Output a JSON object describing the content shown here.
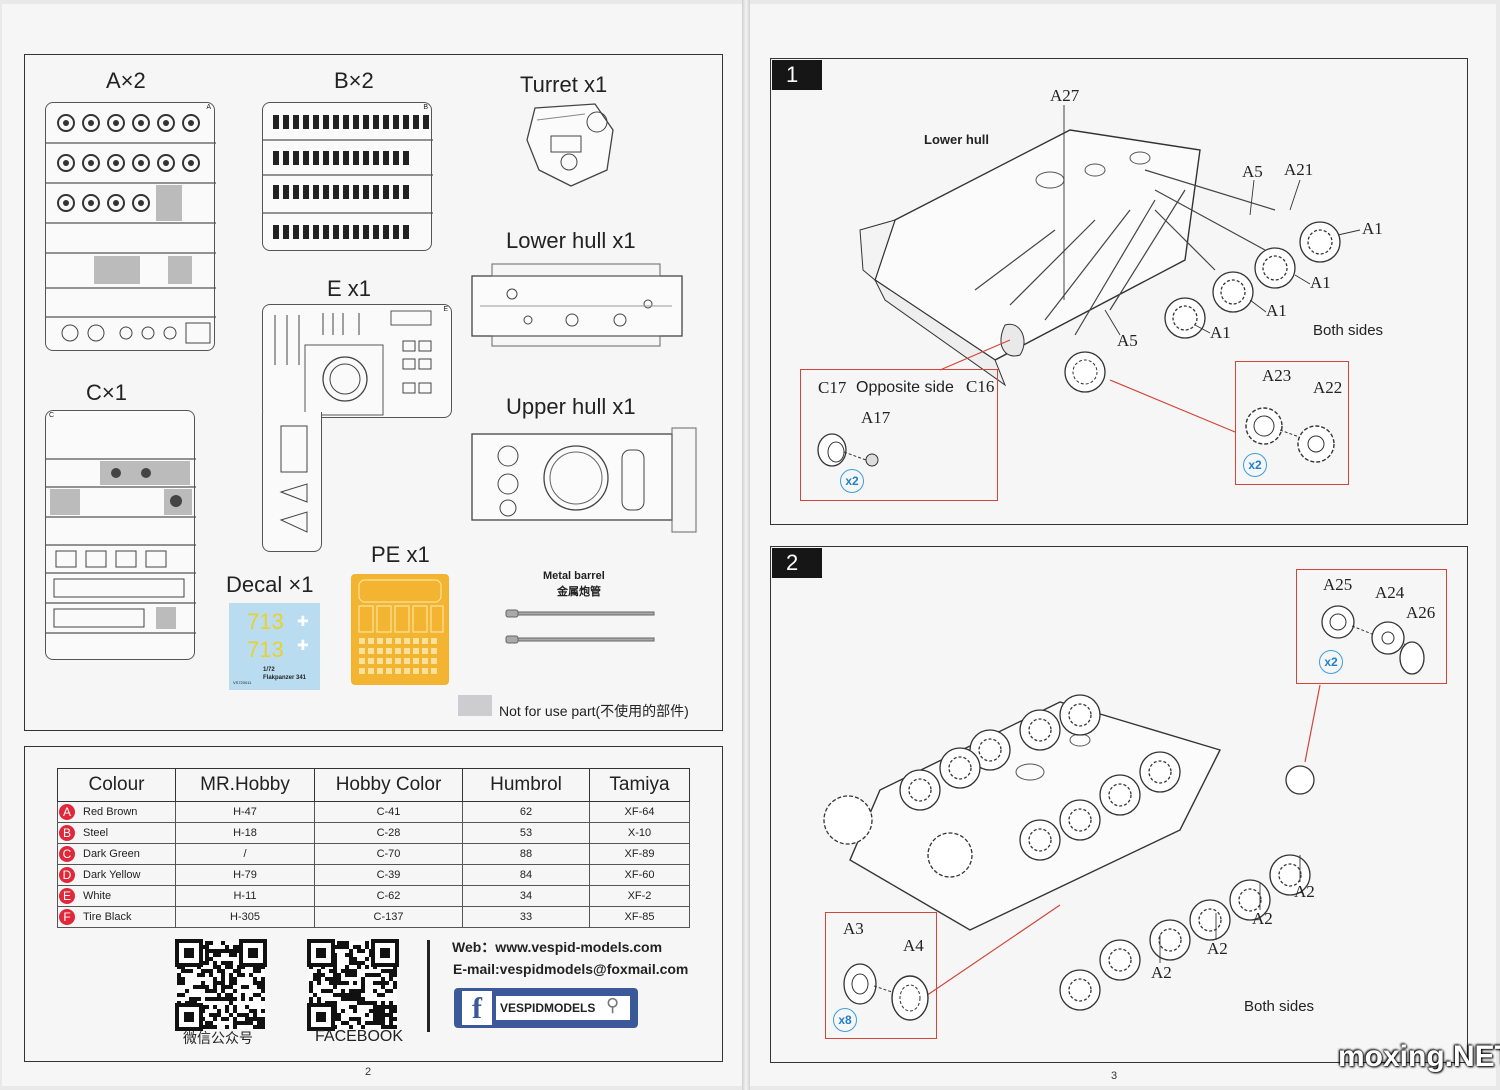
{
  "parts": {
    "a": "A×2",
    "b": "B×2",
    "turret": "Turret  x1",
    "lower_hull": "Lower hull  x1",
    "e": "E x1",
    "upper_hull": "Upper hull  x1",
    "c": "C×1",
    "pe": "PE x1",
    "decal": "Decal  ×1",
    "metal_barrel": "Metal barrel",
    "metal_barrel_cn": "金属炮管",
    "not_for_use": "Not for use part(不使用的部件)",
    "decal_text": {
      "num1": "713",
      "num2": "713",
      "scale": "1/72",
      "kit": "Flakpanzer 341",
      "code": "VS720011"
    },
    "sprue_letters": {
      "a": "A",
      "b": "B",
      "c": "C",
      "e": "E"
    }
  },
  "colour_table": {
    "headers": [
      "Colour",
      "MR.Hobby",
      "Hobby Color",
      "Humbrol",
      "Tamiya"
    ],
    "rows": [
      {
        "key": "A",
        "name": "Red Brown",
        "mrhobby": "H-47",
        "hobby": "C-41",
        "humbrol": "62",
        "tamiya": "XF-64"
      },
      {
        "key": "B",
        "name": "Steel",
        "mrhobby": "H-18",
        "hobby": "C-28",
        "humbrol": "53",
        "tamiya": "X-10"
      },
      {
        "key": "C",
        "name": "Dark Green",
        "mrhobby": "/",
        "hobby": "C-70",
        "humbrol": "88",
        "tamiya": "XF-89"
      },
      {
        "key": "D",
        "name": "Dark Yellow",
        "mrhobby": "H-79",
        "hobby": "C-39",
        "humbrol": "84",
        "tamiya": "XF-60"
      },
      {
        "key": "E",
        "name": "White",
        "mrhobby": "H-11",
        "hobby": "C-62",
        "humbrol": "34",
        "tamiya": "XF-2"
      },
      {
        "key": "F",
        "name": "Tire Black",
        "mrhobby": "H-305",
        "hobby": "C-137",
        "humbrol": "33",
        "tamiya": "XF-85"
      }
    ]
  },
  "footer": {
    "wechat_label": "微信公众号",
    "facebook_label": "FACEBOOK",
    "web": "Web：www.vespid-models.com",
    "email": "E-mail:vespidmodels@foxmail.com",
    "fb_name": "VESPIDMODELS",
    "page_left": "2",
    "page_right": "3"
  },
  "step1": {
    "number": "1",
    "lower_hull": "Lower hull",
    "both_sides": "Both sides",
    "opposite_side": "Opposite side",
    "parts": {
      "a27": "A27",
      "a5_top": "A5",
      "a21": "A21",
      "a1_r": "A1",
      "a1_b": "A1",
      "a1_c": "A1",
      "a1_d": "A1",
      "a5_bot": "A5",
      "c17": "C17",
      "c16": "C16",
      "a17": "A17",
      "a23": "A23",
      "a22": "A22"
    },
    "mult_left": "x2",
    "mult_right": "x2"
  },
  "step2": {
    "number": "2",
    "both_sides": "Both sides",
    "parts": {
      "a25": "A25",
      "a24": "A24",
      "a26": "A26",
      "a2_1": "A2",
      "a2_2": "A2",
      "a2_3": "A2",
      "a2_4": "A2",
      "a3": "A3",
      "a4": "A4"
    },
    "mult_top": "x2",
    "mult_bottom": "x8"
  },
  "watermark": "moxing.NET",
  "colors": {
    "callout": "#d24538",
    "mult": "#1e7fcf",
    "pe": "#f2b431",
    "decal_bg": "#b9dcf0",
    "paint_dot": "#e0283a"
  }
}
